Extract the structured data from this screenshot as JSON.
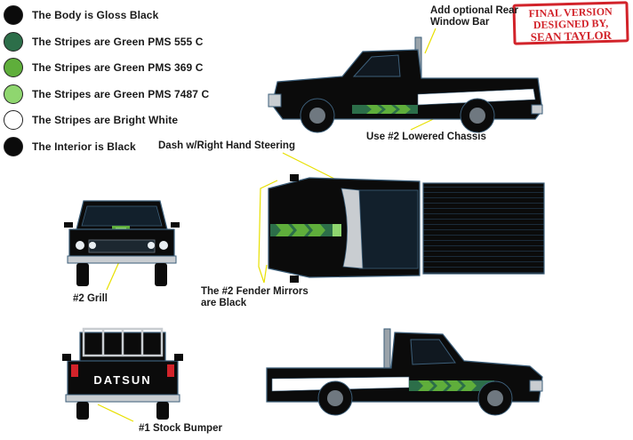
{
  "legend": [
    {
      "label": "The Body is Gloss Black",
      "color": "#0b0b0b"
    },
    {
      "label": "The Stripes are Green PMS 555 C",
      "color": "#2c6e49"
    },
    {
      "label": "The Stripes are Green PMS 369 C",
      "color": "#5fae3b"
    },
    {
      "label": "The Stripes are Green PMS 7487 C",
      "color": "#8fd66f"
    },
    {
      "label": "The Stripes are Bright White",
      "color": "#ffffff"
    },
    {
      "label": "The Interior is Black",
      "color": "#0b0b0b"
    }
  ],
  "stamp": {
    "line1": "FINAL VERSION",
    "line2": "DESIGNED BY,",
    "line3": "SEAN TAYLOR"
  },
  "notes": {
    "window_bar": {
      "line1": "Add optional Rear",
      "line2": "Window Bar"
    },
    "chassis": "Use #2 Lowered Chassis",
    "dash": "Dash w/Right Hand Steering",
    "mirrors": {
      "line1": "The #2 Fender Mirrors",
      "line2": "are Black"
    },
    "grill": "#2 Grill",
    "bumper": "#1 Stock Bumper"
  },
  "tailgate_text": "DATSUN",
  "colors": {
    "body": "#0b0b0b",
    "outline": "#3d5f7a",
    "chrome": "#c9cdd1",
    "leader": "#e8e000",
    "stamp": "#d2232a"
  }
}
